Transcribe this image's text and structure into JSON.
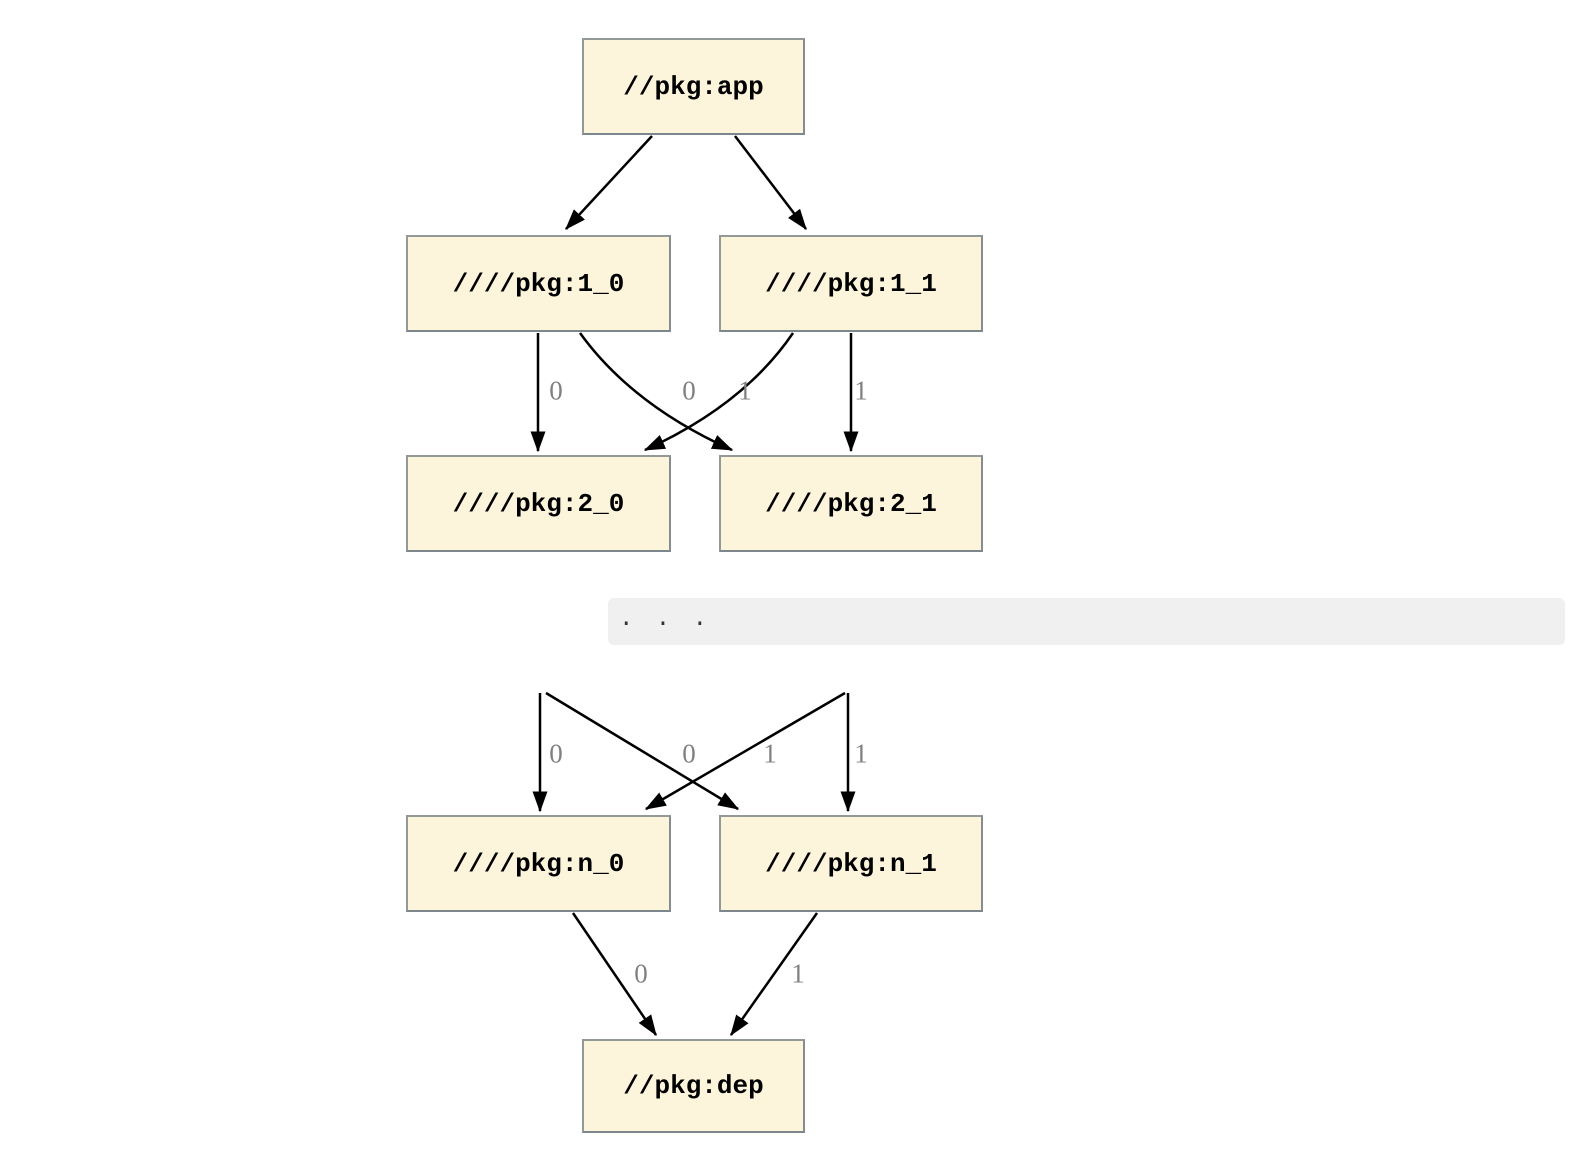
{
  "diagram": {
    "type": "dependency-graph",
    "ellipsis": ".  .  .",
    "colors": {
      "background": "#FFFFFF",
      "node_fill": "#FCF5DB",
      "node_border": "#8E9596",
      "edge": "#000000",
      "edge_label": "#808080",
      "continuation_band_bg": "#F0F0F1"
    },
    "nodes": [
      {
        "id": "app",
        "label": "//pkg:app"
      },
      {
        "id": "1_0",
        "label": "////pkg:1_0"
      },
      {
        "id": "1_1",
        "label": "////pkg:1_1"
      },
      {
        "id": "2_0",
        "label": "////pkg:2_0"
      },
      {
        "id": "2_1",
        "label": "////pkg:2_1"
      },
      {
        "id": "n_0",
        "label": "////pkg:n_0"
      },
      {
        "id": "n_1",
        "label": "////pkg:n_1"
      },
      {
        "id": "dep",
        "label": "//pkg:dep"
      }
    ],
    "edges": [
      {
        "from": "app",
        "to": "1_0",
        "label": ""
      },
      {
        "from": "app",
        "to": "1_1",
        "label": ""
      },
      {
        "from": "1_0",
        "to": "2_0",
        "label": "0"
      },
      {
        "from": "1_0",
        "to": "2_1",
        "label": "1"
      },
      {
        "from": "1_1",
        "to": "2_0",
        "label": "0"
      },
      {
        "from": "1_1",
        "to": "2_1",
        "label": "1"
      },
      {
        "from": "…",
        "to": "n_0",
        "label": "0"
      },
      {
        "from": "…",
        "to": "n_1",
        "label": "1"
      },
      {
        "from": "…",
        "to": "n_0",
        "label": "0"
      },
      {
        "from": "…",
        "to": "n_1",
        "label": "1"
      },
      {
        "from": "n_0",
        "to": "dep",
        "label": "0"
      },
      {
        "from": "n_1",
        "to": "dep",
        "label": "1"
      }
    ]
  }
}
